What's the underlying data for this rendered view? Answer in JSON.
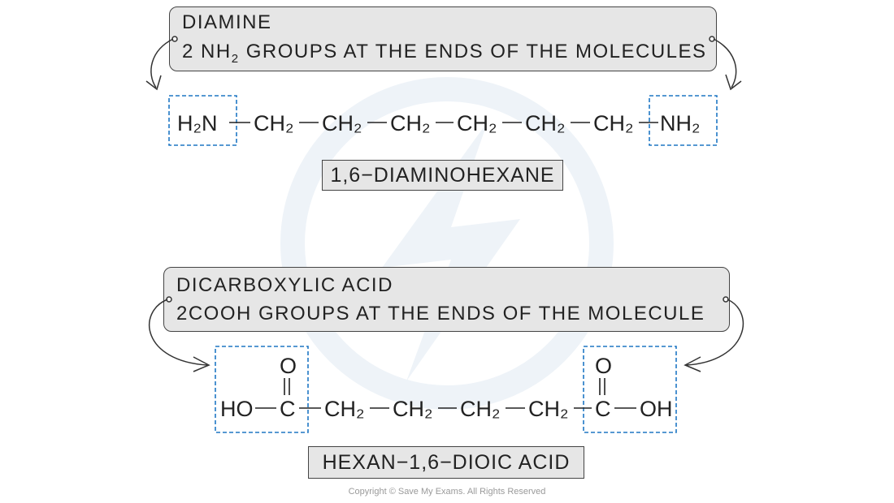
{
  "diamine": {
    "heading": "DIAMINE",
    "description_prefix": "2 NH",
    "description_sub": "2",
    "description_suffix": " GROUPS AT THE ENDS OF THE MOLECULES",
    "name": "1,6−DIAMINOHEXANE",
    "left_group": "H₂N",
    "right_group": "NH₂",
    "chain": [
      "CH₂",
      "CH₂",
      "CH₂",
      "CH₂",
      "CH₂",
      "CH₂"
    ]
  },
  "diacid": {
    "heading": "DICARBOXYLIC  ACID",
    "description": "2COOH  GROUPS  AT  THE  ENDS  OF  THE  MOLECULE",
    "name": "HEXAN−1,6−DIOIC  ACID",
    "left_oh": "HO",
    "right_oh": "OH",
    "carbon": "C",
    "oxygen": "O",
    "chain": [
      "CH₂",
      "CH₂",
      "CH₂",
      "CH₂"
    ]
  },
  "copyright": "Copyright © Save My Exams. All Rights Reserved",
  "colors": {
    "highlight_box": "#1f77c4",
    "callout_fill": "#e6e6e6",
    "watermark": "#eef3f8"
  }
}
